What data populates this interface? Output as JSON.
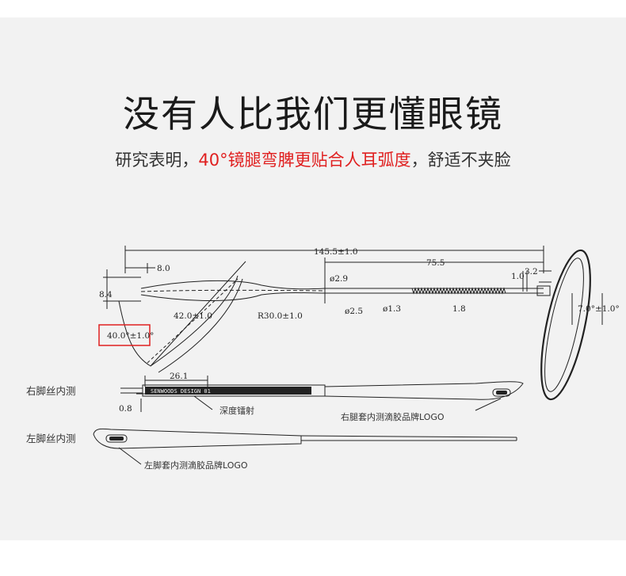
{
  "header": {
    "title": "没有人比我们更懂眼镜",
    "subtitle_prefix": "研究表明，",
    "subtitle_highlight": "40°镜腿弯脾更贴合人耳弧度",
    "subtitle_suffix": "，舒适不夹脸",
    "highlight_color": "#e02020"
  },
  "dimensions": {
    "total_length": "145.5±1.0",
    "tip_offset": "8.0",
    "tip_height": "8.4",
    "diameter_2_9": "ø2.9",
    "segment_75_5": "75.5",
    "d_1_0": "1.0",
    "d_3_2": "3.2",
    "curve_length": "42.0±1.0",
    "radius": "R30.0±1.0",
    "diameter_2_5": "ø2.5",
    "diameter_1_3": "ø1.3",
    "d_1_8": "1.8",
    "hinge_angle": "7.0°±1.0°",
    "bend_angle": "40.0°±1.0°",
    "engrave_length": "26.1",
    "engrave_depth": "0.8"
  },
  "labels": {
    "right_temple": "右脚丝内测",
    "left_temple": "左脚丝内测",
    "engraving": "深度镭射",
    "right_logo": "右腿套内测滴胶品牌LOGO",
    "left_logo": "左脚套内测滴胶品牌LOGO",
    "engraved_text": "SENWOODS DESIGN  01"
  }
}
